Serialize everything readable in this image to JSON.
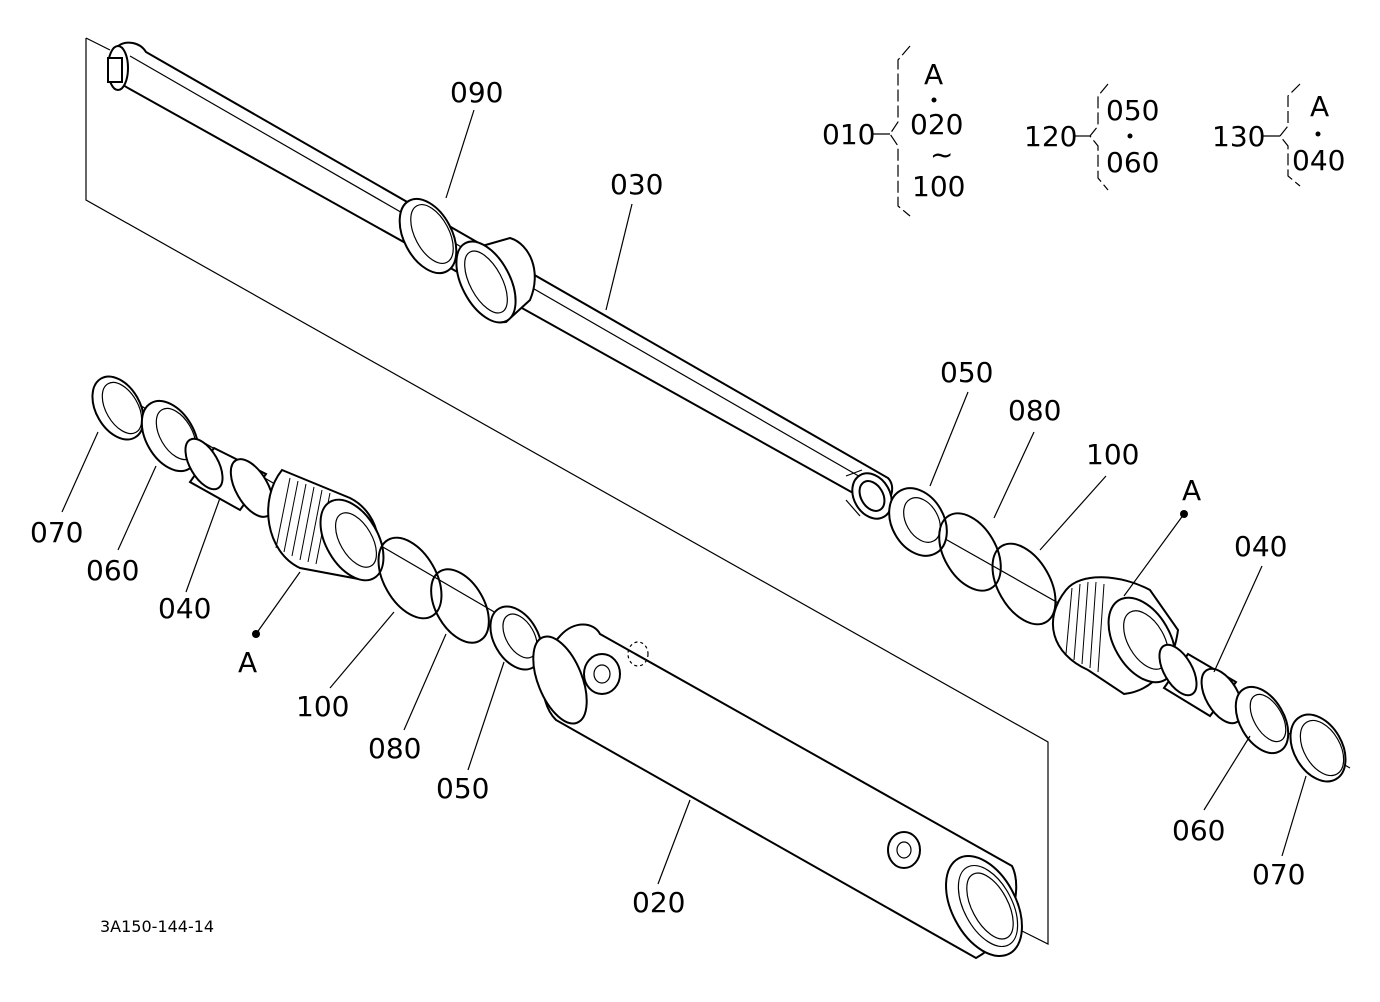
{
  "drawing_number": "3A150-144-14",
  "callouts": {
    "rod": "030",
    "rod_ring": "090",
    "tube": "020",
    "left_snap_ring": "070",
    "left_wiper": "060",
    "left_bushing": "040",
    "left_ref": "A",
    "left_backup_ring": "100",
    "left_o_ring": "080",
    "left_seal": "050",
    "right_seal": "050",
    "right_o_ring": "080",
    "right_backup_ring": "100",
    "right_ref": "A",
    "right_bushing": "040",
    "right_wiper": "060",
    "right_snap_ring": "070"
  },
  "legend": {
    "group_010": {
      "code": "010",
      "top": "A",
      "mid": "020",
      "tilde": "~",
      "bottom": "100"
    },
    "group_120": {
      "code": "120",
      "top": "050",
      "bottom": "060"
    },
    "group_130": {
      "code": "130",
      "top": "A",
      "bottom": "040"
    }
  }
}
